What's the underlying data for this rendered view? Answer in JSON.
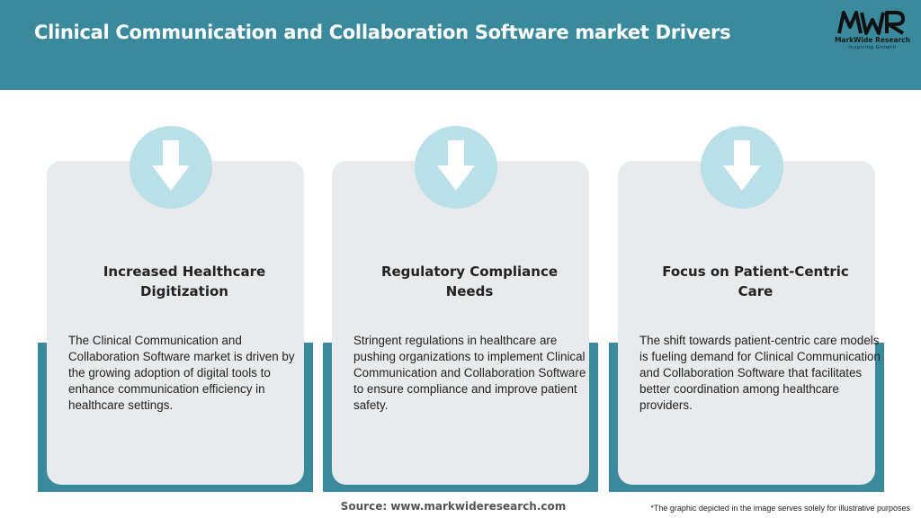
{
  "header": {
    "title": "Clinical Communication and Collaboration Software market Drivers"
  },
  "logo": {
    "mark": "MWR",
    "name": "MarkWide Research",
    "tagline": "Inspiring Growth"
  },
  "cards": [
    {
      "icon": "arrow-down-icon",
      "title": "Increased Healthcare Digitization",
      "text": "The Clinical Communication and Collaboration Software market is driven by the growing adoption of digital tools to enhance communication efficiency in healthcare settings."
    },
    {
      "icon": "arrow-down-icon",
      "title": "Regulatory Compliance Needs",
      "text": "Stringent regulations in healthcare are pushing organizations to implement Clinical Communication and Collaboration Software to ensure compliance and improve patient safety."
    },
    {
      "icon": "arrow-down-icon",
      "title": "Focus on Patient-Centric Care",
      "text": "The shift towards patient-centric care models is fueling demand for Clinical Communication and Collaboration Software that facilitates better coordination among healthcare providers."
    }
  ],
  "footer": {
    "source": "Source: www.markwideresearch.com",
    "disclaimer": "*The graphic depicted in the image serves solely for illustrative purposes"
  },
  "colors": {
    "accent": "#3a8a9e",
    "icon_circle": "#b9dfe8",
    "card_bg": "#e8eaec"
  }
}
